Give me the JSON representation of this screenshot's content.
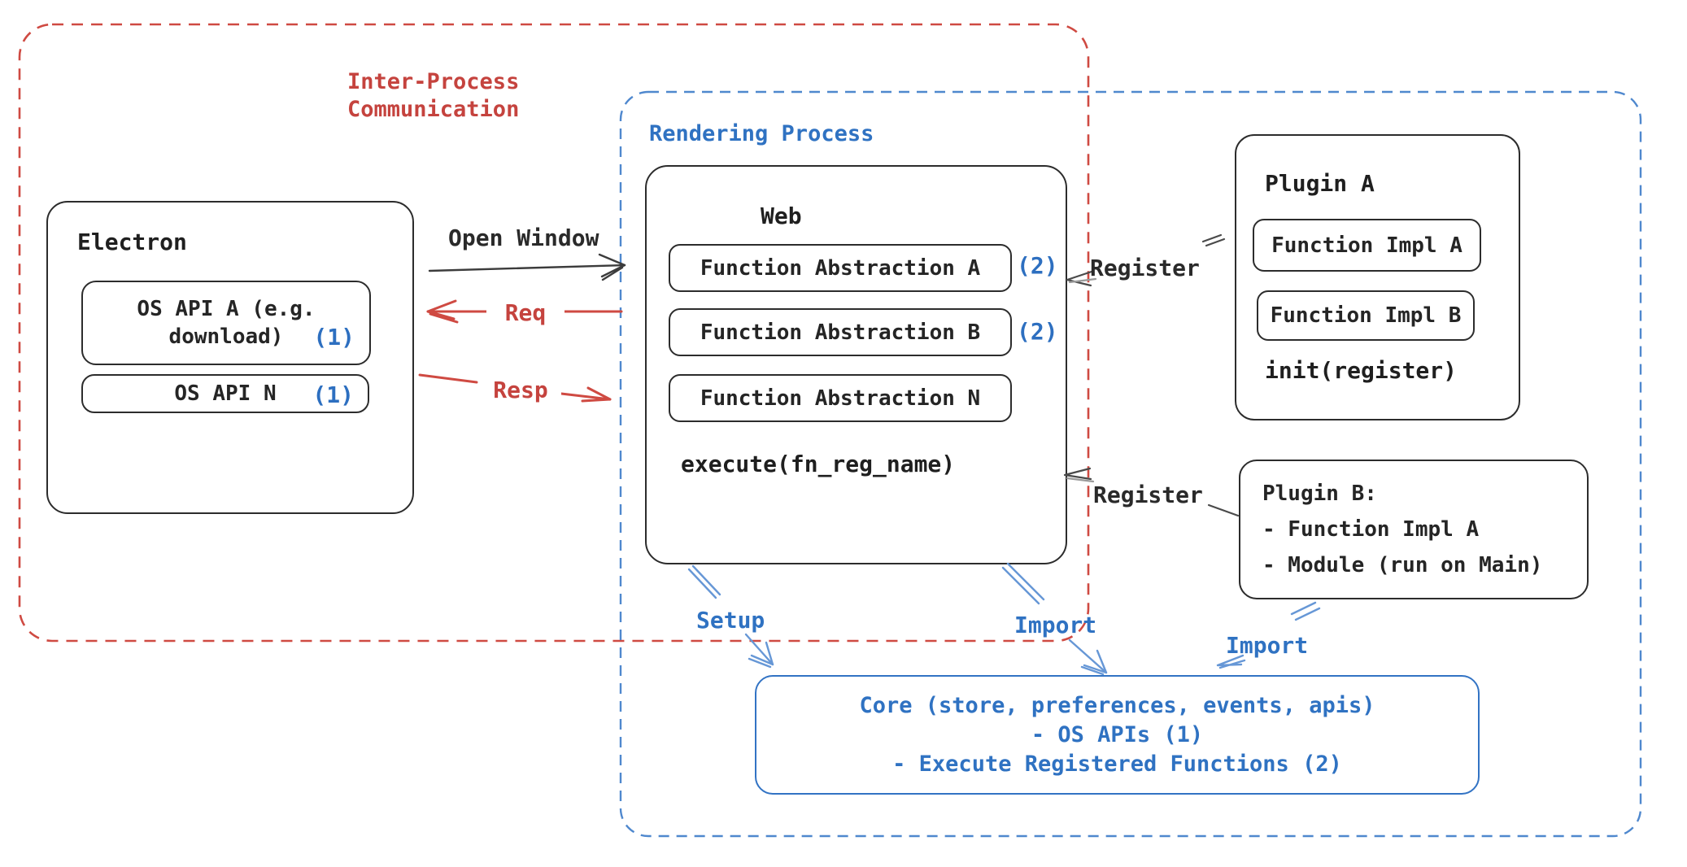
{
  "regions": {
    "ipc": {
      "label": "Inter-Process\nCommunication"
    },
    "rendering": {
      "label": "Rendering Process"
    }
  },
  "electron": {
    "title": "Electron",
    "os_api_a": {
      "line1": "OS API A (e.g.",
      "line2": "download)",
      "badge": "(1)"
    },
    "os_api_n": {
      "label": "OS API N",
      "badge": "(1)"
    }
  },
  "web": {
    "title": "Web",
    "items": [
      {
        "label": "Function Abstraction A",
        "badge": "(2)"
      },
      {
        "label": "Function Abstraction B",
        "badge": "(2)"
      },
      {
        "label": "Function Abstraction N",
        "badge": ""
      }
    ],
    "footer": "execute(fn_reg_name)"
  },
  "plugin_a": {
    "title": "Plugin A",
    "items": [
      {
        "label": "Function Impl A"
      },
      {
        "label": "Function Impl B"
      }
    ],
    "footer": "init(register)"
  },
  "plugin_b": {
    "title": "Plugin B:",
    "lines": [
      "- Function Impl A",
      "- Module (run on Main)"
    ]
  },
  "core": {
    "lines": [
      "Core (store, preferences, events, apis)",
      "- OS APIs (1)",
      "- Execute Registered Functions (2)"
    ]
  },
  "labels": {
    "open_window": "Open Window",
    "req": "Req",
    "resp": "Resp",
    "register_a": "Register",
    "register_b": "Register",
    "setup": "Setup",
    "import_web": "Import",
    "import_plugin": "Import"
  },
  "colors": {
    "red": "#c5433e",
    "red_dash": "#cf4a42",
    "blue": "#2f72c2",
    "blue_dash": "#4f88ce",
    "blue_arrow": "#6697d6",
    "ink": "#2c2c2c"
  }
}
